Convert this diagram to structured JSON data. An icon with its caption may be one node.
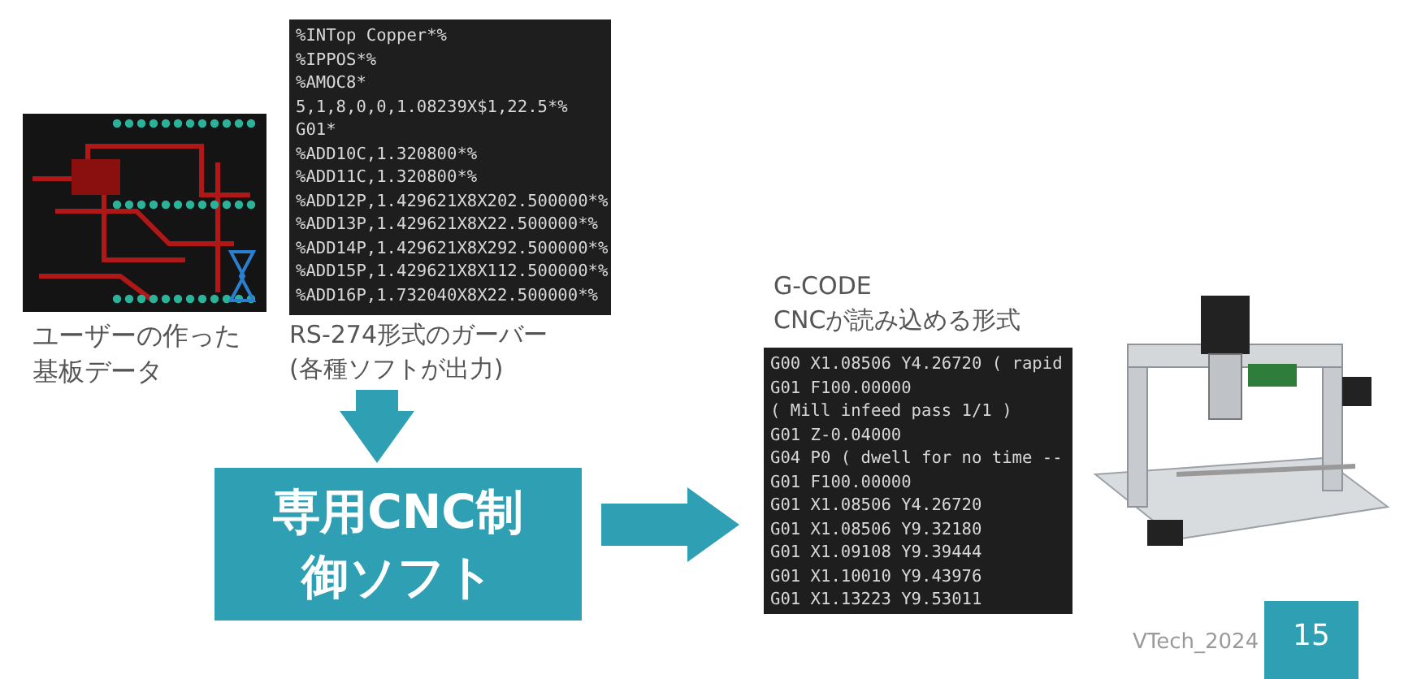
{
  "diagram": {
    "nodes": [
      {
        "text": [],
        "shape": "picture",
        "beside": [
          "ユーザーの作った基板データ"
        ]
      },
      {
        "text": [
          "%INTop Copper*%",
          "%IPPOS*%",
          "%AMOC8*",
          "5,1,8,0,0,1.08239X$1,22.5*%",
          "G01*",
          "%ADD10C,1.320800*%",
          "%ADD11C,1.320800*%",
          "%ADD12P,1.429621X8X202.500000*%",
          "%ADD13P,1.429621X8X22.500000*%",
          "%ADD14P,1.429621X8X292.500000*%",
          "%ADD15P,1.429621X8X112.500000*%",
          "%ADD16P,1.732040X8X22.500000*%"
        ],
        "beside": [
          "RS-274形式のガーバー(各種ソフトが出力)"
        ]
      },
      {
        "text": [
          "専用CNC制御ソフト"
        ]
      },
      {
        "text": [
          "G00 X1.08506 Y4.26720 ( rapid",
          "G01 F100.00000",
          "( Mill infeed pass 1/1 )",
          "G01 Z-0.04000",
          "G04 P0 ( dwell for no time --",
          "G01 F100.00000",
          "G01 X1.08506 Y4.26720",
          "G01 X1.08506 Y9.32180",
          "G01 X1.09108 Y9.39444",
          "G01 X1.10010 Y9.43976",
          "G01 X1.13223 Y9.53011"
        ],
        "beside": [
          "G-CODE CNCが読み込める形式"
        ]
      },
      {
        "text": [],
        "shape": "picture"
      }
    ],
    "edges": [
      {
        "from": 1,
        "to": 2,
        "arrow": "to"
      },
      {
        "from": 2,
        "to": 3,
        "arrow": "to"
      }
    ],
    "labels": [
      "VTech_2024",
      "15"
    ]
  }
}
